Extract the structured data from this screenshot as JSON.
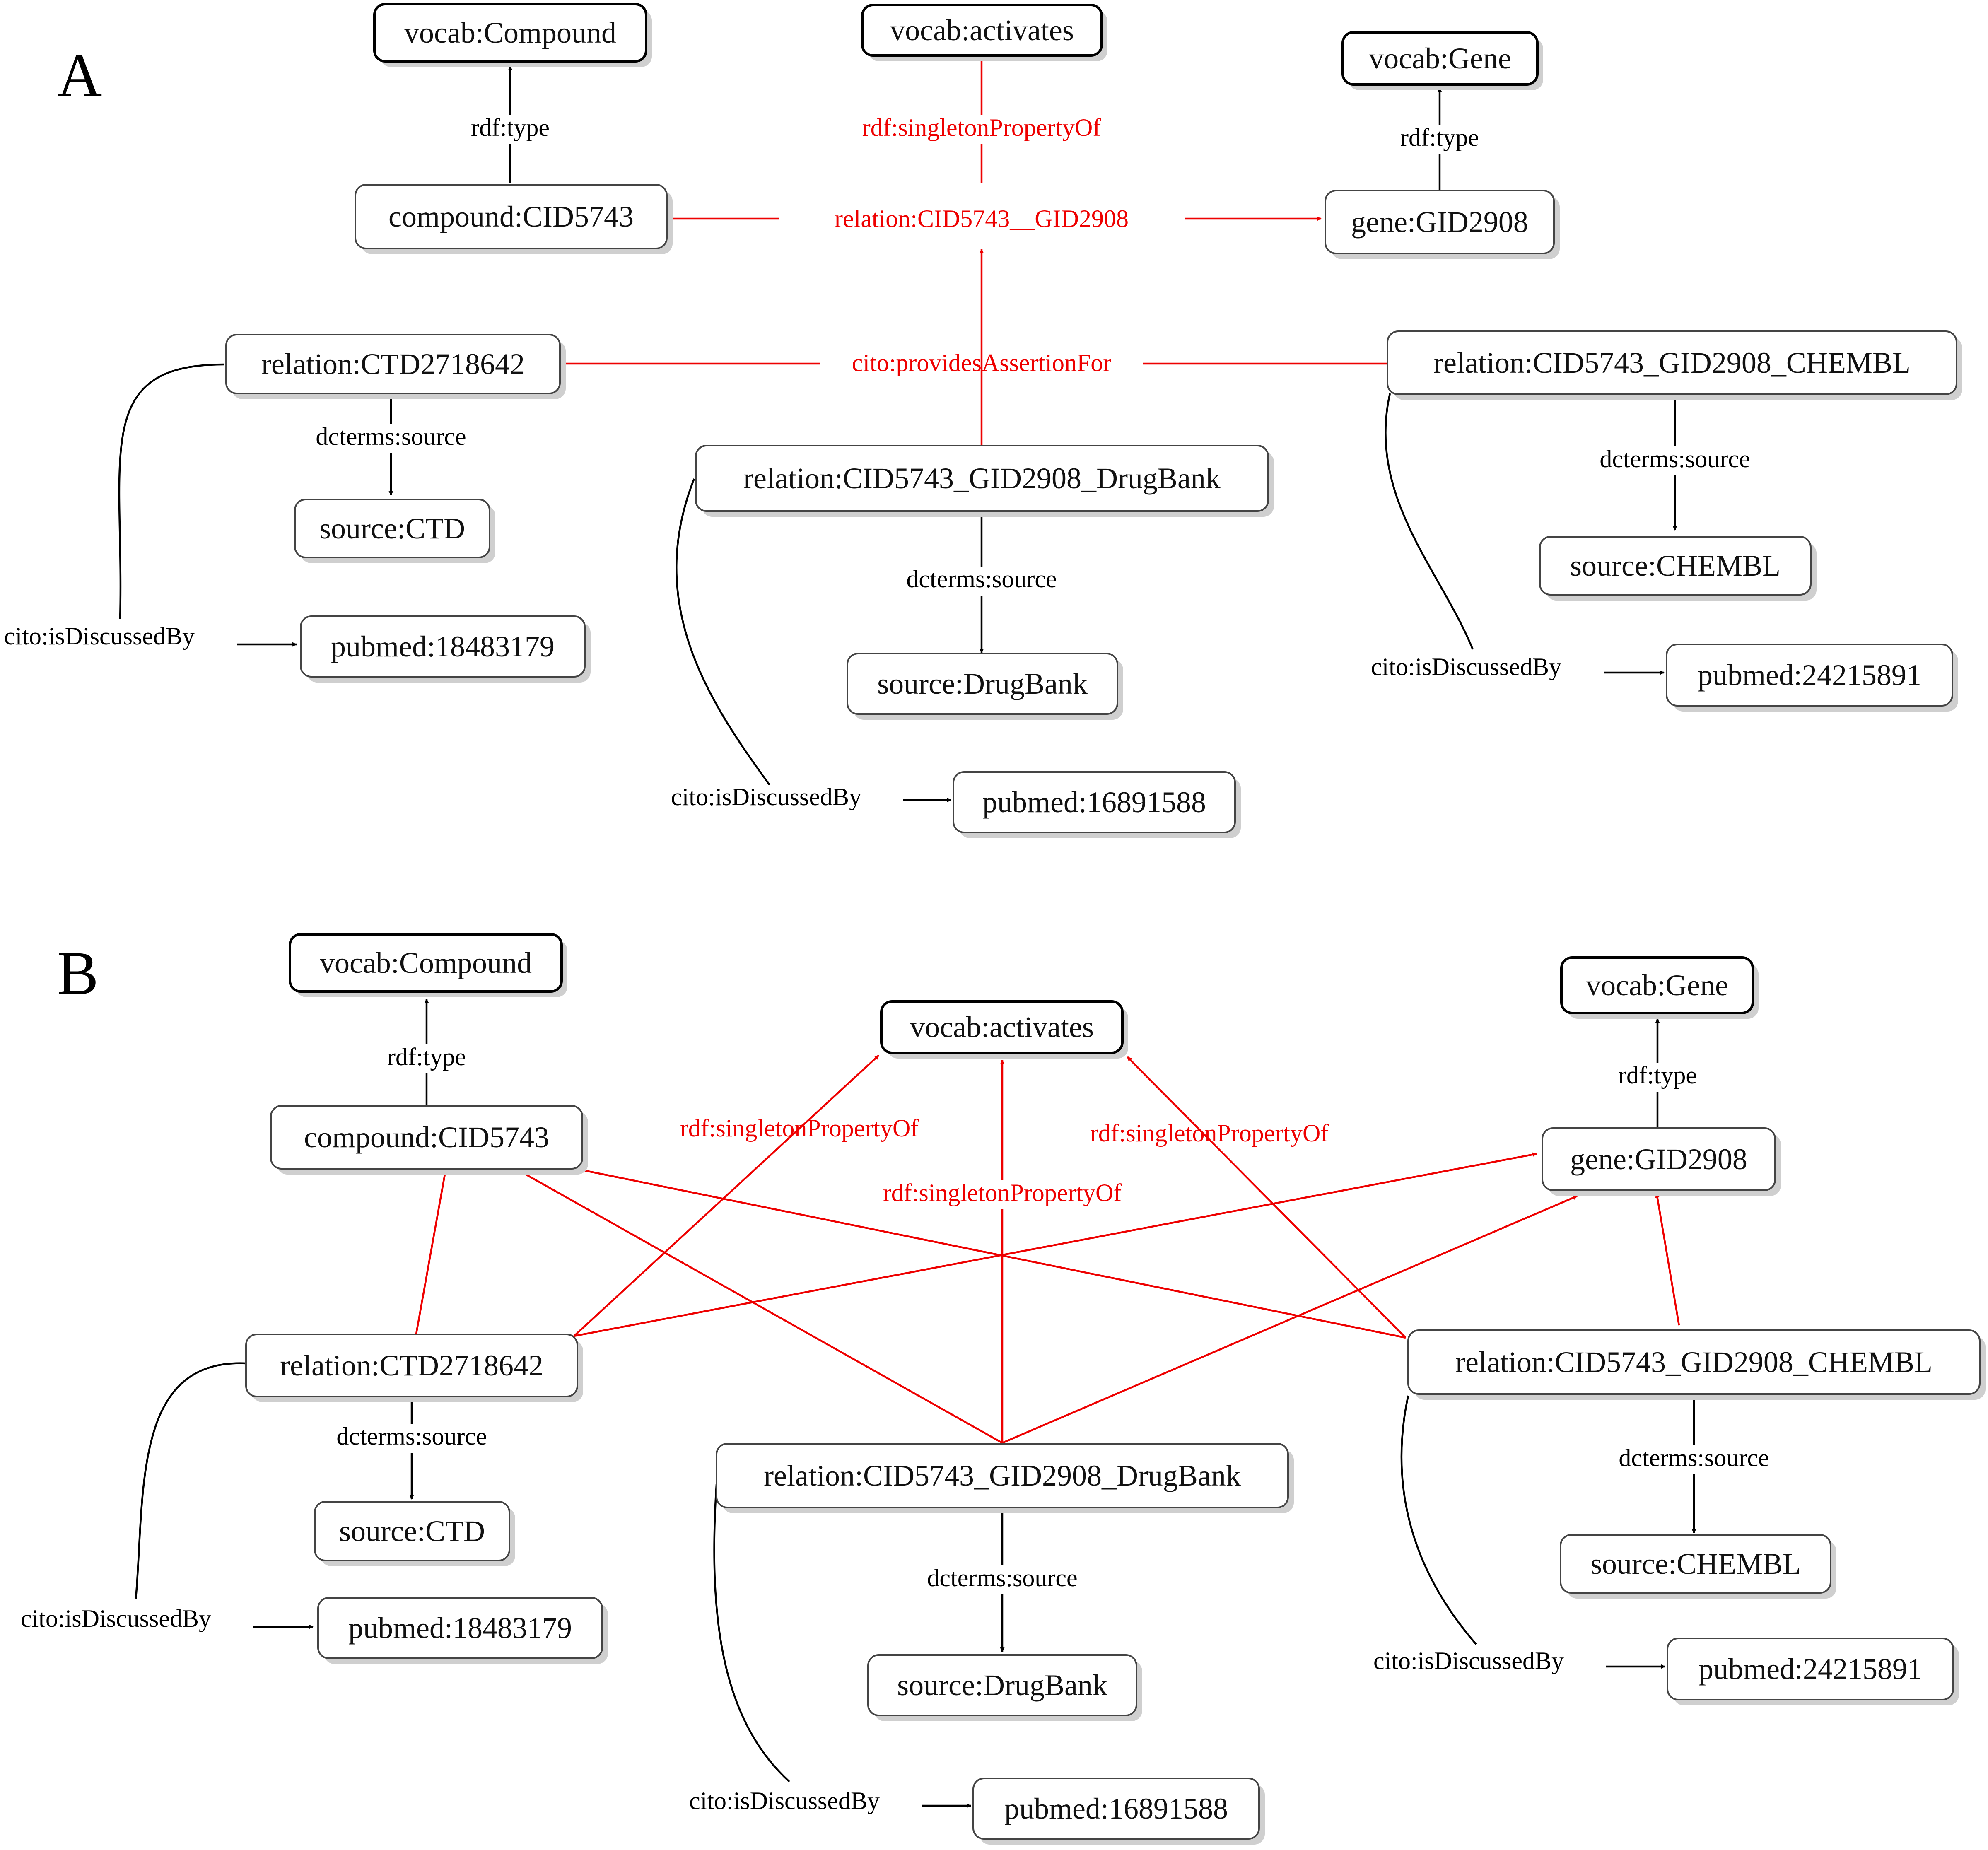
{
  "colors": {
    "highlight": "#ee0000",
    "normal": "#000000"
  },
  "panelA": {
    "letter": "A",
    "nodes": {
      "vocab_compound": "vocab:Compound",
      "vocab_activates": "vocab:activates",
      "vocab_gene": "vocab:Gene",
      "compound": "compound:CID5743",
      "gene": "gene:GID2908",
      "rel_ctd": "relation:CTD2718642",
      "rel_chembl": "relation:CID5743_GID2908_CHEMBL",
      "rel_drugbank": "relation:CID5743_GID2908_DrugBank",
      "src_ctd": "source:CTD",
      "src_drugbank": "source:DrugBank",
      "src_chembl": "source:CHEMBL",
      "pm_18483179": "pubmed:18483179",
      "pm_16891588": "pubmed:16891588",
      "pm_24215891": "pubmed:24215891"
    },
    "edges": {
      "compound_type": "rdf:type",
      "gene_type": "rdf:type",
      "singleton": "rdf:singletonPropertyOf",
      "central_relation": "relation:CID5743__GID2908",
      "provides": "cito:providesAssertionFor",
      "ctd_source": "dcterms:source",
      "drugbank_source": "dcterms:source",
      "chembl_source": "dcterms:source",
      "ctd_discussed": "cito:isDiscussedBy",
      "drugbank_discussed": "cito:isDiscussedBy",
      "chembl_discussed": "cito:isDiscussedBy"
    }
  },
  "panelB": {
    "letter": "B",
    "nodes": {
      "vocab_compound": "vocab:Compound",
      "vocab_activates": "vocab:activates",
      "vocab_gene": "vocab:Gene",
      "compound": "compound:CID5743",
      "gene": "gene:GID2908",
      "rel_ctd": "relation:CTD2718642",
      "rel_chembl": "relation:CID5743_GID2908_CHEMBL",
      "rel_drugbank": "relation:CID5743_GID2908_DrugBank",
      "src_ctd": "source:CTD",
      "src_drugbank": "source:DrugBank",
      "src_chembl": "source:CHEMBL",
      "pm_18483179": "pubmed:18483179",
      "pm_16891588": "pubmed:16891588",
      "pm_24215891": "pubmed:24215891"
    },
    "edges": {
      "compound_type": "rdf:type",
      "gene_type": "rdf:type",
      "singleton_ctd": "rdf:singletonPropertyOf",
      "singleton_drugbank": "rdf:singletonPropertyOf",
      "singleton_chembl": "rdf:singletonPropertyOf",
      "ctd_source": "dcterms:source",
      "drugbank_source": "dcterms:source",
      "chembl_source": "dcterms:source",
      "ctd_discussed": "cito:isDiscussedBy",
      "drugbank_discussed": "cito:isDiscussedBy",
      "chembl_discussed": "cito:isDiscussedBy"
    }
  }
}
